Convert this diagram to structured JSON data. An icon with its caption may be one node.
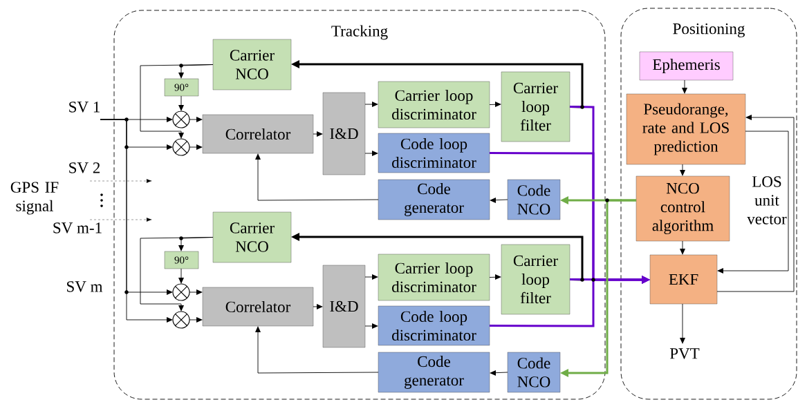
{
  "diagram": {
    "nodes": [
      {
        "text": [
          "Tracking"
        ]
      },
      {
        "text": [
          "Positioning"
        ]
      },
      {
        "text": [
          "Carrier NCO"
        ],
        "in": 0
      },
      {
        "text": [
          "90°"
        ],
        "in": 0
      },
      {
        "text": [],
        "shape": "circle",
        "in": 0
      },
      {
        "text": [],
        "shape": "circle",
        "in": 0
      },
      {
        "text": [
          "Correlator"
        ],
        "in": 0
      },
      {
        "text": [
          "I&D"
        ],
        "in": 0
      },
      {
        "text": [
          "Carrier loop discriminator"
        ],
        "in": 0
      },
      {
        "text": [
          "Code loop discriminator"
        ],
        "in": 0
      },
      {
        "text": [
          "Carrier loop filter"
        ],
        "in": 0
      },
      {
        "text": [
          "Code generator"
        ],
        "in": 0
      },
      {
        "text": [
          "Code NCO"
        ],
        "in": 0
      },
      {
        "text": [
          "Carrier NCO"
        ],
        "in": 0
      },
      {
        "text": [
          "90°"
        ],
        "in": 0
      },
      {
        "text": [],
        "shape": "circle",
        "in": 0
      },
      {
        "text": [],
        "shape": "circle",
        "in": 0
      },
      {
        "text": [
          "Correlator"
        ],
        "in": 0
      },
      {
        "text": [
          "I&D"
        ],
        "in": 0
      },
      {
        "text": [
          "Carrier loop discriminator"
        ],
        "in": 0
      },
      {
        "text": [
          "Code loop discriminator"
        ],
        "in": 0
      },
      {
        "text": [
          "Carrier loop filter"
        ],
        "in": 0
      },
      {
        "text": [
          "Code generator"
        ],
        "in": 0
      },
      {
        "text": [
          "Code NCO"
        ],
        "in": 0
      },
      {
        "text": [
          "Ephemeris"
        ],
        "in": 1
      },
      {
        "text": [
          "Pseudorange, rate and LOS prediction"
        ],
        "in": 1
      },
      {
        "text": [
          "NCO control algorithm"
        ],
        "in": 1
      },
      {
        "text": [
          "EKF"
        ],
        "in": 1
      },
      {
        "text": [
          "PVT"
        ],
        "in": 1
      }
    ],
    "edges": [
      {
        "from": null,
        "to": 4,
        "arrow": "to"
      },
      {
        "from": null,
        "to": 5,
        "arrow": "to"
      },
      {
        "from": null,
        "to": 15,
        "arrow": "to"
      },
      {
        "from": null,
        "to": 16,
        "arrow": "to"
      },
      {
        "from": 2,
        "to": 3,
        "arrow": "to"
      },
      {
        "from": 3,
        "to": 4,
        "arrow": "to"
      },
      {
        "from": 2,
        "to": 5,
        "arrow": "to"
      },
      {
        "from": 4,
        "to": 6,
        "arrow": "to"
      },
      {
        "from": 5,
        "to": 6,
        "arrow": "to"
      },
      {
        "from": 6,
        "to": 7,
        "arrow": "to"
      },
      {
        "from": 7,
        "to": 8,
        "arrow": "to"
      },
      {
        "from": 7,
        "to": 9,
        "arrow": "to"
      },
      {
        "from": 8,
        "to": 10,
        "arrow": "to"
      },
      {
        "from": 10,
        "to": 2,
        "arrow": "to",
        "style": "thick"
      },
      {
        "from": 12,
        "to": 11,
        "arrow": "to"
      },
      {
        "from": 11,
        "to": 6,
        "arrow": "to"
      },
      {
        "from": 13,
        "to": 14,
        "arrow": "to"
      },
      {
        "from": 14,
        "to": 15,
        "arrow": "to"
      },
      {
        "from": 13,
        "to": 16,
        "arrow": "to"
      },
      {
        "from": 15,
        "to": 17,
        "arrow": "to"
      },
      {
        "from": 16,
        "to": 17,
        "arrow": "to"
      },
      {
        "from": 17,
        "to": 18,
        "arrow": "to"
      },
      {
        "from": 18,
        "to": 19,
        "arrow": "to"
      },
      {
        "from": 18,
        "to": 20,
        "arrow": "to"
      },
      {
        "from": 19,
        "to": 21,
        "arrow": "to"
      },
      {
        "from": 21,
        "to": 13,
        "arrow": "to",
        "style": "thick"
      },
      {
        "from": 23,
        "to": 22,
        "arrow": "to"
      },
      {
        "from": 22,
        "to": 17,
        "arrow": "to"
      },
      {
        "from": 10,
        "to": 27,
        "arrow": "to",
        "style": "thick",
        "color": "#6600cc"
      },
      {
        "from": 9,
        "to": 27,
        "arrow": "to",
        "style": "thick",
        "color": "#6600cc"
      },
      {
        "from": 21,
        "to": 27,
        "arrow": "to",
        "style": "thick",
        "color": "#6600cc"
      },
      {
        "from": 20,
        "to": 27,
        "arrow": "to",
        "style": "thick",
        "color": "#6600cc"
      },
      {
        "from": 26,
        "to": 12,
        "arrow": "to",
        "style": "thick",
        "color": "#70ad47"
      },
      {
        "from": 26,
        "to": 23,
        "arrow": "to",
        "style": "thick",
        "color": "#70ad47"
      },
      {
        "from": 24,
        "to": 25,
        "arrow": "to"
      },
      {
        "from": 25,
        "to": 26,
        "arrow": "to"
      },
      {
        "from": 26,
        "to": 27,
        "arrow": "to"
      },
      {
        "from": 27,
        "to": 28,
        "arrow": "to"
      },
      {
        "from": 25,
        "to": 27,
        "arrow": "to"
      },
      {
        "from": 27,
        "to": 25,
        "arrow": "to"
      }
    ],
    "labels": [
      "SV 1",
      "SV 2",
      "GPS IF signal",
      "SV m-1",
      "SV m",
      "LOS unit vector"
    ]
  }
}
